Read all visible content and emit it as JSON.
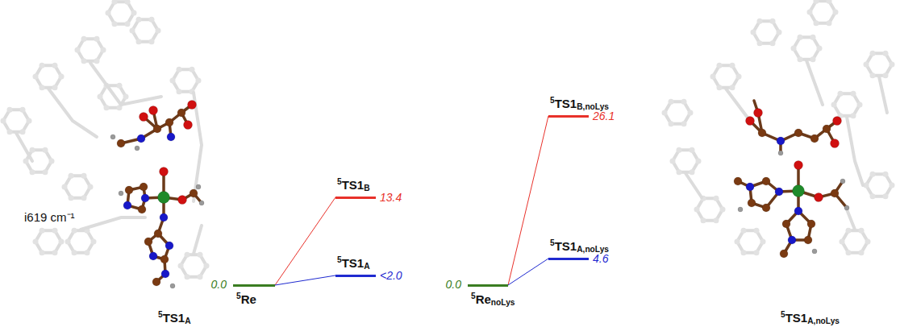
{
  "diagram": {
    "nodes": [
      {
        "text": [
          "0.0",
          "5Re"
        ]
      },
      {
        "text": [
          "5TS1B",
          "13.4"
        ]
      },
      {
        "text": [
          "5TS1A",
          "<2.0"
        ]
      },
      {
        "text": [
          "0.0",
          "5RenoLys"
        ]
      },
      {
        "text": [
          "5TS1B,noLys",
          "26.1"
        ]
      },
      {
        "text": [
          "5TS1A,noLys",
          "4.6"
        ]
      }
    ],
    "edges": [
      {
        "from": 0,
        "to": 1,
        "arrow": "none"
      },
      {
        "from": 0,
        "to": 2,
        "arrow": "none"
      },
      {
        "from": 3,
        "to": 4,
        "arrow": "none"
      },
      {
        "from": 3,
        "to": 5,
        "arrow": "none"
      }
    ],
    "labels": [
      "i619 cm⁻¹",
      "5TS1A",
      "5TS1A,noLys"
    ]
  }
}
